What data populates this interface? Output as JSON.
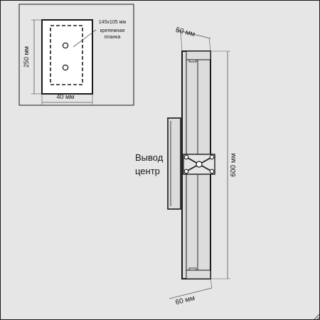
{
  "inset": {
    "height_label": "250 мм",
    "width_label": "40 мм",
    "plate_size_label": "145x105 мм",
    "plate_caption_line1": "крепежная",
    "plate_caption_line2": "планка"
  },
  "main": {
    "top_width_label": "50 мм",
    "height_label": "600 мм",
    "bottom_width_label": "60 мм",
    "outlet_line1": "Вывод",
    "outlet_line2": "центр"
  },
  "colors": {
    "background": "#e6e6e6",
    "line": "#1a1a1a",
    "dim_line": "#555555",
    "plate_fill": "#ffffff",
    "fixture_fill": "#dcdcdc"
  }
}
